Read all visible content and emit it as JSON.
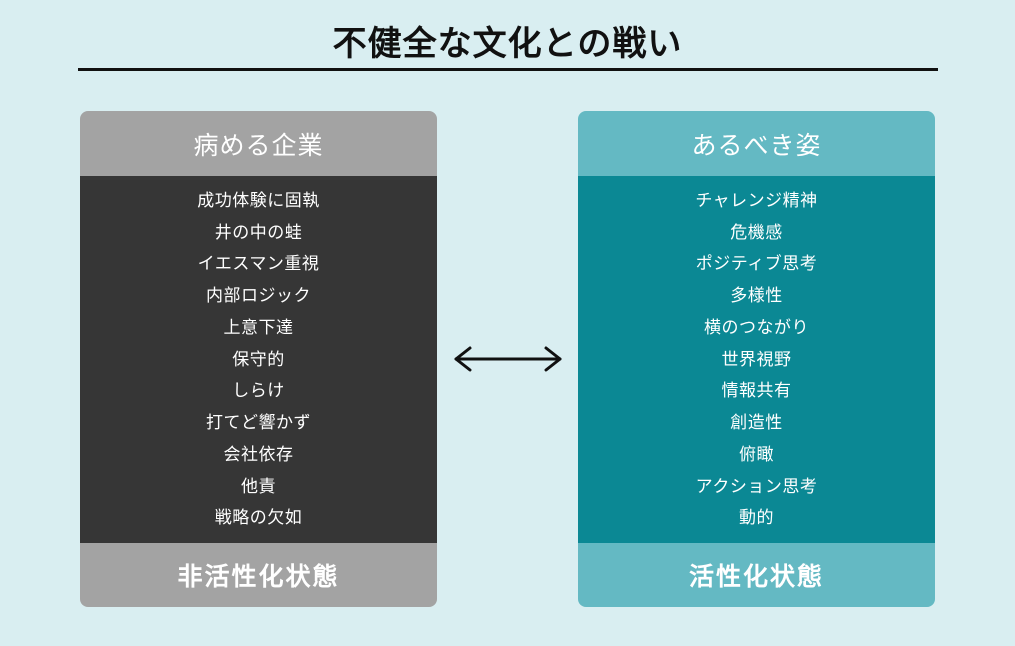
{
  "title": "不健全な文化との戦い",
  "left_panel": {
    "header": "病める企業",
    "items": [
      "成功体験に固執",
      "井の中の蛙",
      "イエスマン重視",
      "内部ロジック",
      "上意下達",
      "保守的",
      "しらけ",
      "打てど響かず",
      "会社依存",
      "他責",
      "戦略の欠如"
    ],
    "footer": "非活性化状態",
    "colors": {
      "header": "#a3a3a3",
      "body": "#363636",
      "footer": "#a3a3a3"
    }
  },
  "right_panel": {
    "header": "あるべき姿",
    "items": [
      "チャレンジ精神",
      "危機感",
      "ポジティブ思考",
      "多様性",
      "横のつながり",
      "世界視野",
      "情報共有",
      "創造性",
      "俯瞰",
      "アクション思考",
      "動的"
    ],
    "footer": "活性化状態",
    "colors": {
      "header": "#64b9c3",
      "body": "#0b8894",
      "footer": "#64b9c3"
    }
  },
  "connector": {
    "icon": "double-arrow-icon"
  }
}
